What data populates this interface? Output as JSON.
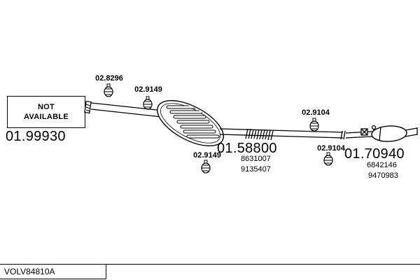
{
  "colors": {
    "ink": "#000000",
    "background": "#ffffff"
  },
  "not_available": {
    "line1": "NOT",
    "line2": "AVAILABLE",
    "part_number": "01.99930"
  },
  "clamp_labels": {
    "clamp_8296": "02.8296",
    "clamp_9149_top": "02.9149",
    "clamp_9149_bottom": "02.9149",
    "clamp_9104_upper": "02.9104",
    "clamp_9104_lower": "02.9104"
  },
  "middle_muffler": {
    "part_number": "01.58800",
    "oem_numbers": [
      "8631007",
      "9135407"
    ]
  },
  "rear_muffler": {
    "part_number": "01.70940",
    "oem_numbers": [
      "6842146",
      "9470983"
    ]
  },
  "title_block": {
    "code": "VOLV84810A"
  }
}
